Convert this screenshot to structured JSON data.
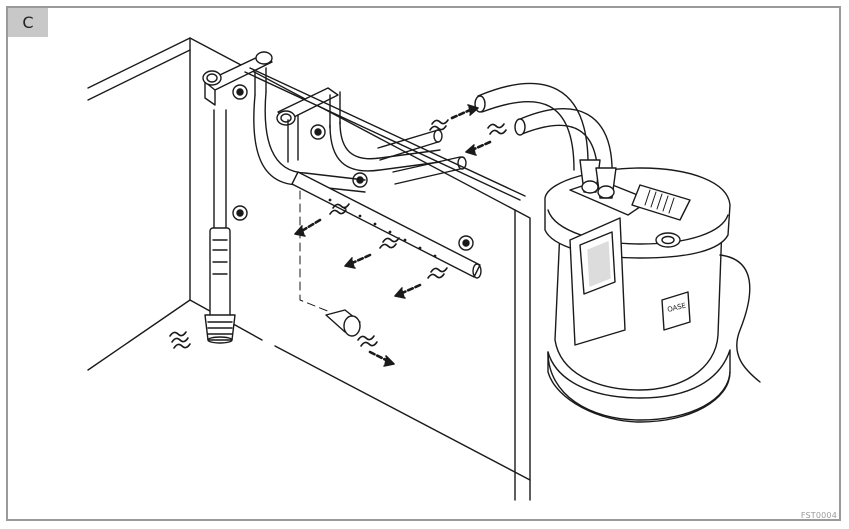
{
  "panel_label": "C",
  "image_code": "FST0004",
  "brand_mark": "OASE",
  "colors": {
    "frame": "#9a9a9a",
    "label_bg": "#c8c8c8",
    "line": "#1a1a1a"
  }
}
